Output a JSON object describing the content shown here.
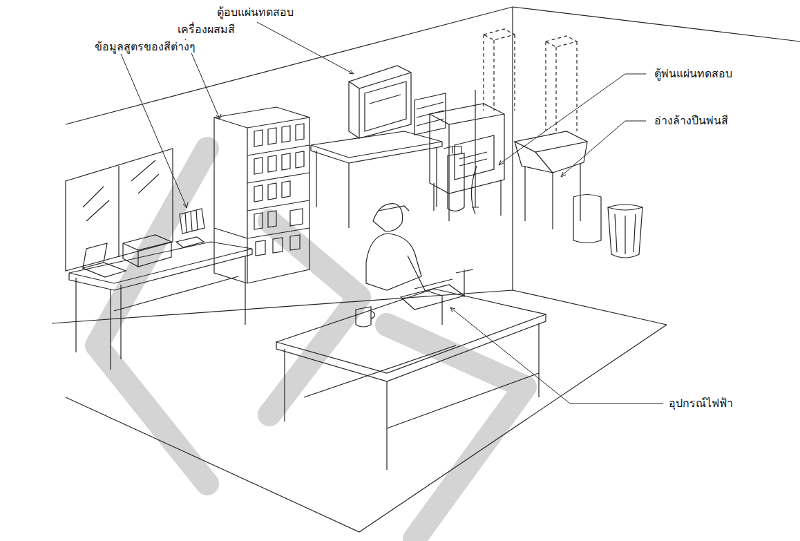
{
  "diagram": {
    "labels": [
      "ตู้อบแผ่นทดสอบ",
      "เครื่องผสมสี",
      "ข้อมูลสูตรของสีต่างๆ",
      "ตู้พ่นแผ่นทดสอบ",
      "อ่างล้างปืนพ่นสี",
      "อุปกรณ์ไฟฟ้า"
    ]
  }
}
